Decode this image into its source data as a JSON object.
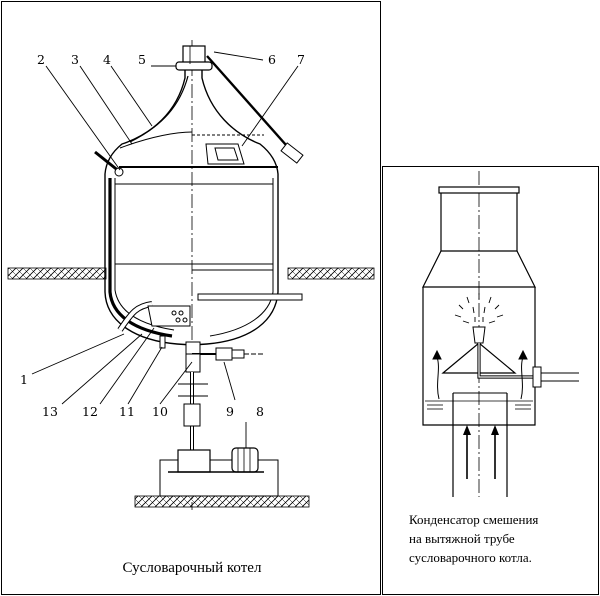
{
  "left": {
    "caption": "Сусловарочный котел",
    "callouts": [
      "1",
      "2",
      "3",
      "4",
      "5",
      "6",
      "7",
      "8",
      "9",
      "10",
      "11",
      "12",
      "13"
    ]
  },
  "right": {
    "caption_lines": [
      "Конденсатор смешения",
      "на вытяжной трубе",
      "сусловарочного котла."
    ]
  }
}
